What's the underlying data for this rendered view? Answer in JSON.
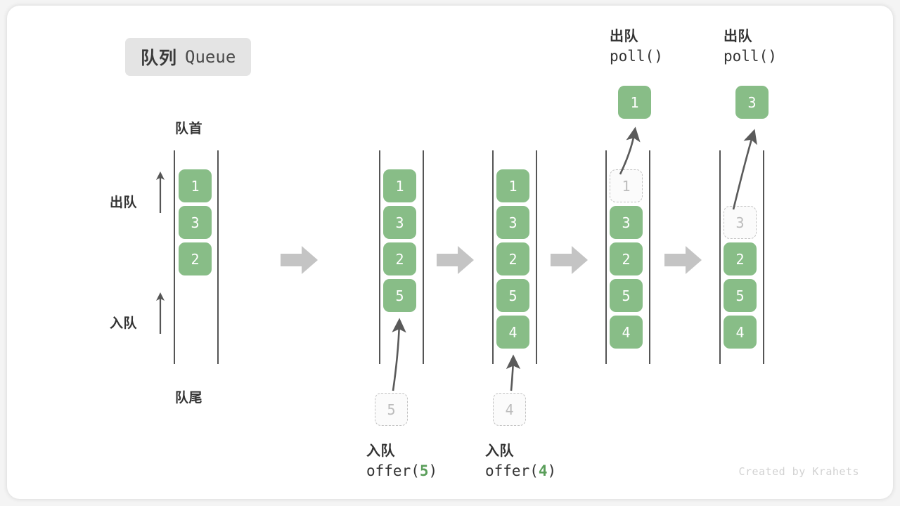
{
  "title": {
    "cn": "队列",
    "en": "Queue"
  },
  "labels": {
    "head": "队首",
    "tail": "队尾",
    "dequeue": "出队",
    "enqueue": "入队"
  },
  "credit": "Created by Krahets",
  "colors": {
    "cell_green": "#88bd87",
    "ghost_border": "#c2c2c2",
    "ghost_text": "#bcbcbc",
    "rail": "#555555",
    "step_arrow": "#c4c4c4",
    "badge_bg": "#e4e4e4",
    "text": "#333333",
    "credit": "#d2d2d2"
  },
  "columns": [
    {
      "id": "col-initial",
      "cells": [
        "1",
        "3",
        "2"
      ],
      "ghost_index": -1
    },
    {
      "id": "col-after-offer-5",
      "cells": [
        "1",
        "3",
        "2",
        "5"
      ],
      "ghost_index": -1
    },
    {
      "id": "col-after-offer-4",
      "cells": [
        "1",
        "3",
        "2",
        "5",
        "4"
      ],
      "ghost_index": -1
    },
    {
      "id": "col-poll-1",
      "cells": [
        "1",
        "3",
        "2",
        "5",
        "4"
      ],
      "ghost_index": 0
    },
    {
      "id": "col-poll-3",
      "cells": [
        "",
        "3",
        "2",
        "5",
        "4"
      ],
      "ghost_index": 1
    }
  ],
  "operations": {
    "offer_5": {
      "cn": "入队",
      "code_prefix": "offer(",
      "code_value": "5",
      "code_suffix": ")",
      "ghost_value": "5"
    },
    "offer_4": {
      "cn": "入队",
      "code_prefix": "offer(",
      "code_value": "4",
      "code_suffix": ")",
      "ghost_value": "4"
    },
    "poll_1": {
      "cn": "出队",
      "code": "poll()",
      "popped_value": "1"
    },
    "poll_2": {
      "cn": "出队",
      "code": "poll()",
      "popped_value": "3"
    }
  }
}
